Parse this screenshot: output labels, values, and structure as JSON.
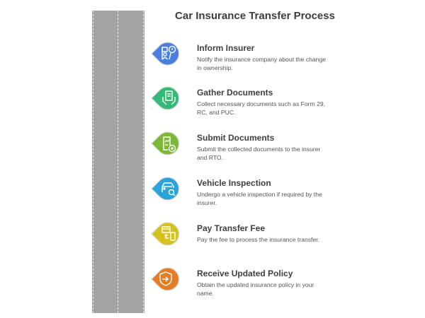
{
  "title": "Car Insurance Transfer Process",
  "road": {
    "color": "#a3a3a3",
    "marking_color": "#ececec"
  },
  "steps": [
    {
      "title": "Inform Insurer",
      "description": "Notify the insurance company about the change in ownership.",
      "color": "#4a7fe0",
      "icon": "user-alert-icon"
    },
    {
      "title": "Gather Documents",
      "description": "Collect necessary documents such as Form 29, RC, and PUC.",
      "color": "#34b977",
      "icon": "document-hands-icon"
    },
    {
      "title": "Submit Documents",
      "description": "Submit the collected documents to the insurer and RTO.",
      "color": "#7cb833",
      "icon": "document-add-icon"
    },
    {
      "title": "Vehicle Inspection",
      "description": "Undergo a vehicle inspection if required by the insurer.",
      "color": "#2aa4d9",
      "icon": "car-search-icon"
    },
    {
      "title": "Pay Transfer Fee",
      "description": "Pay the fee to process the insurance transfer.",
      "color": "#d6c21c",
      "icon": "card-phone-payment-icon"
    },
    {
      "title": "Receive Updated Policy",
      "description": "Obtain the updated insurance policy in your name.",
      "color": "#e47e26",
      "icon": "shield-enter-icon"
    }
  ]
}
